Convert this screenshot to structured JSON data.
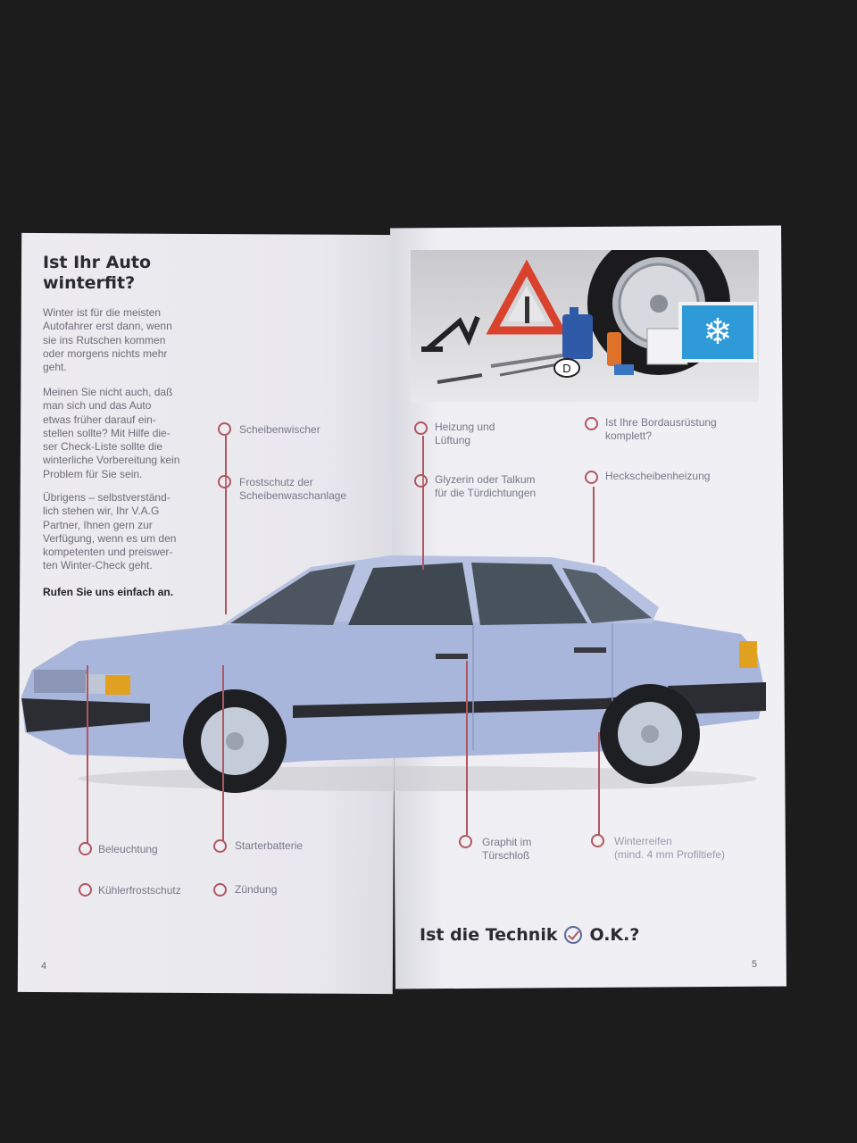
{
  "left_page": {
    "title": "Ist Ihr Auto\nwinterfit?",
    "paragraphs": [
      "Winter ist für die meisten\nAutofahrer erst dann, wenn\nsie ins Rutschen kommen\noder morgens nichts mehr\ngeht.",
      "Meinen Sie nicht auch, daß\nman sich und das Auto\netwas früher darauf ein-\nstellen sollte? Mit Hilfe die-\nser Check-Liste sollte die\nwinterliche Vorbereitung kein\nProblem für Sie sein.",
      "Übrigens – selbstverständ-\nlich stehen wir, Ihr V.A.G\nPartner, Ihnen gern zur\nVerfügung, wenn es um den\nkompetenten und preiswer-\nten Winter-Check geht."
    ],
    "cta": "Rufen Sie uns einfach an.",
    "page_number": "4"
  },
  "checklist": {
    "scheibenwischer": "Scheibenwischer",
    "frostschutz": "Frostschutz der\nScheibenwaschanlage",
    "beleuchtung": "Beleuchtung",
    "kuehlerfrostschutz": "Kühlerfrostschutz",
    "starterbatterie": "Starterbatterie",
    "zuendung": "Zündung",
    "heizung": "Heizung und\nLüftung",
    "glyzerin": "Glyzerin oder Talkum\nfür die Türdichtungen",
    "bordausruestung": "Ist Ihre Bordausrüstung\nkomplett?",
    "heckscheibenheizung": "Heckscheibenheizung",
    "graphit": "Graphit im\nTürschloß",
    "winterreifen": "Winterreifen\n(mind. 4 mm Profiltiefe)"
  },
  "right_page": {
    "ok_prefix": "Ist die Technik",
    "ok_suffix": "O.K.?",
    "badge_letter": "D",
    "page_number": "5"
  },
  "colors": {
    "accent": "#b05660",
    "car_body": "#a9b6dc",
    "snow_badge": "#2f9ad8"
  },
  "icons": [
    "snowflake-icon",
    "warning-triangle-icon",
    "checkmark-icon",
    "spare-tire-icon"
  ]
}
